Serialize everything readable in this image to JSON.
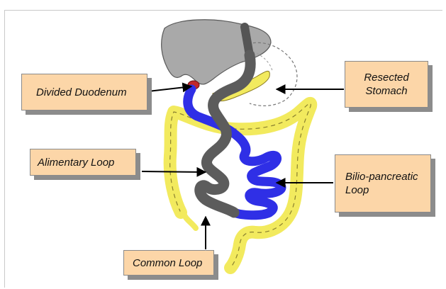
{
  "labels": {
    "divided_duodenum": "Divided Duodenum",
    "resected_stomach_line1": "Resected",
    "resected_stomach_line2": "Stomach",
    "alimentary_loop": "Alimentary Loop",
    "biliopancreatic_line1": "Bilio-pancreatic",
    "biliopancreatic_line2": "Loop",
    "common_loop": "Common Loop"
  },
  "colors": {
    "callout_fill": "#fcd6a8",
    "callout_shadow": "#8c8c8c",
    "liver": "#a9a9a9",
    "colon": "#f2ea5e",
    "alimentary_loop": "#5c5c5c",
    "biliopancreatic_loop": "#2f2fe6",
    "pancreas": "#f2ea5e",
    "duodenum_stump": "#c0282a"
  }
}
